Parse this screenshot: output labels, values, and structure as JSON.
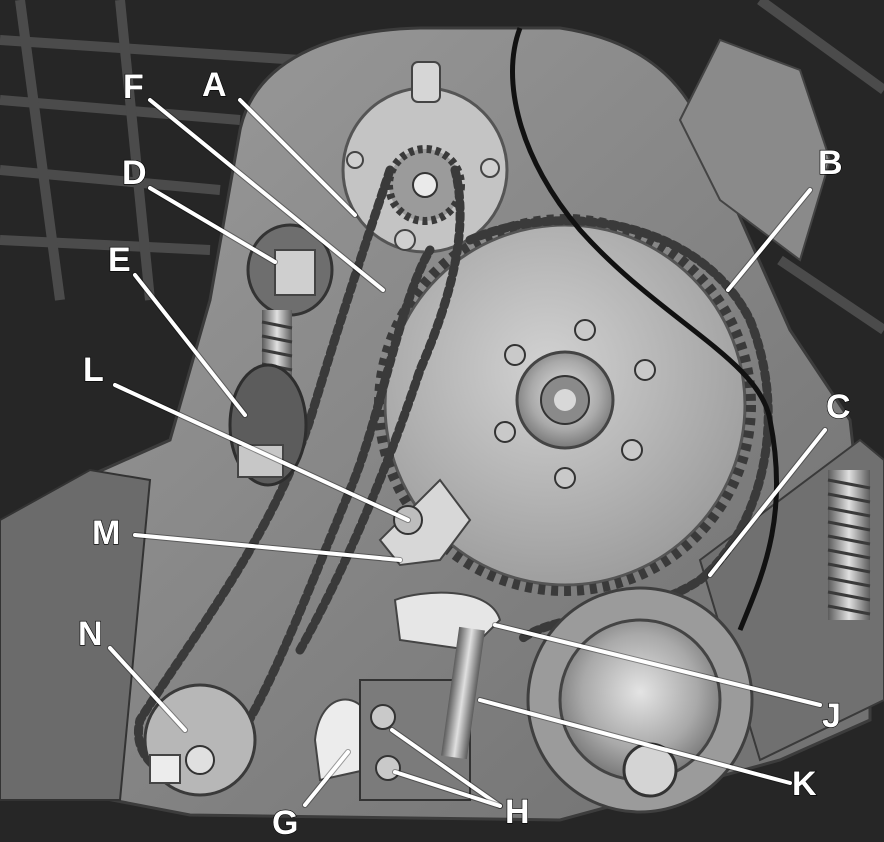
{
  "photo": {
    "colors": {
      "background": "#1a1a1a",
      "plate": "#8c8c8c",
      "plate_dark": "#5e5e5e",
      "chain": "#3a3a3a",
      "sprocket": "#b9b9b9",
      "callout": "#ffffff"
    }
  },
  "callouts": {
    "A": "A",
    "B": "B",
    "C": "C",
    "D": "D",
    "E": "E",
    "F": "F",
    "G": "G",
    "H": "H",
    "J": "J",
    "K": "K",
    "L": "L",
    "M": "M",
    "N": "N"
  }
}
